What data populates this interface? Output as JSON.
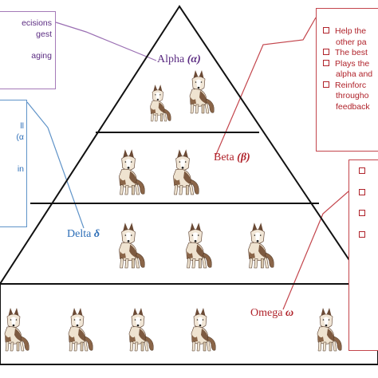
{
  "tiers": {
    "alpha": {
      "name": "Alpha",
      "symbol": "(α)",
      "wolves": 2
    },
    "beta": {
      "name": "Beta",
      "symbol": "(β)",
      "wolves": 2
    },
    "delta": {
      "name": "Delta",
      "symbol": "δ",
      "wolves": 3
    },
    "omega": {
      "name": "Omega",
      "symbol": "ω",
      "wolves": 5
    }
  },
  "boxes": {
    "alpha": {
      "lines": [
        "ecisions",
        "gest",
        "",
        "aging"
      ]
    },
    "delta": {
      "lines": [
        "ll",
        "(α",
        "",
        "",
        "in"
      ]
    },
    "beta": {
      "items": [
        {
          "text": "Help the",
          "cont": "other pa"
        },
        {
          "text": "The best",
          "cont": ""
        },
        {
          "text": "Plays the",
          "cont": "alpha and"
        },
        {
          "text": "Reinforc",
          "cont": "througho"
        }
      ],
      "tail": "feedback"
    },
    "omega": {
      "items": 4
    }
  },
  "colors": {
    "alpha": "#5b2c82",
    "beta": "#b0232b",
    "delta": "#2e6fb8",
    "omega": "#b0232b",
    "alpha_connector": "#9a6fb3",
    "delta_connector": "#5f93c8",
    "red_connector": "#c3454c",
    "pyramid": "#111111"
  }
}
